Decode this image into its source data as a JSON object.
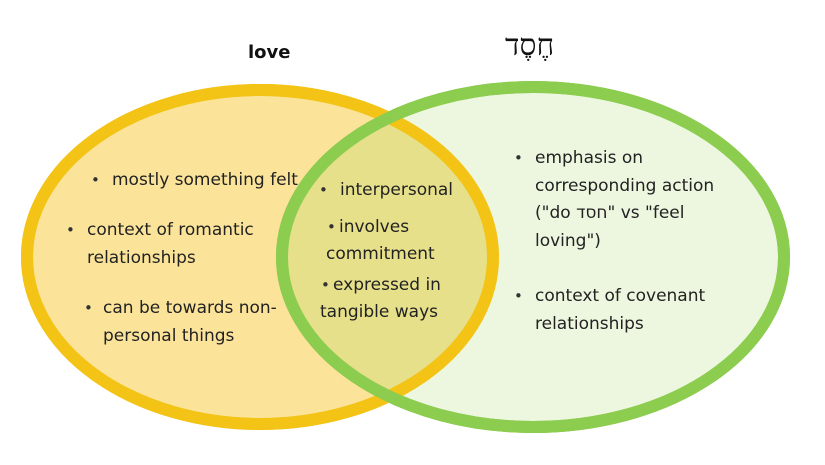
{
  "colors": {
    "left_fill": "#fbe49a",
    "left_stroke": "#f3c316",
    "right_fill": "#dff0c4",
    "right_stroke": "#8ccc4f",
    "overlap_fill": "#e6e08a"
  },
  "left": {
    "title": "love",
    "items": [
      {
        "lines": [
          "mostly something felt"
        ]
      },
      {
        "lines": [
          "context of romantic",
          "relationships"
        ]
      },
      {
        "lines": [
          "can be towards non-",
          "personal things"
        ]
      }
    ]
  },
  "overlap": {
    "items": [
      {
        "lines": [
          "interpersonal"
        ]
      },
      {
        "lines": [
          "involves",
          "commitment"
        ]
      },
      {
        "lines": [
          "expressed in",
          "tangible ways"
        ]
      }
    ]
  },
  "right": {
    "title": "חֶסֶד",
    "items": [
      {
        "lines": [
          "emphasis on",
          "corresponding action",
          "(\"do חסד\" vs \"feel",
          "loving\")"
        ]
      },
      {
        "lines": [
          "context of covenant",
          "relationships"
        ]
      }
    ]
  }
}
